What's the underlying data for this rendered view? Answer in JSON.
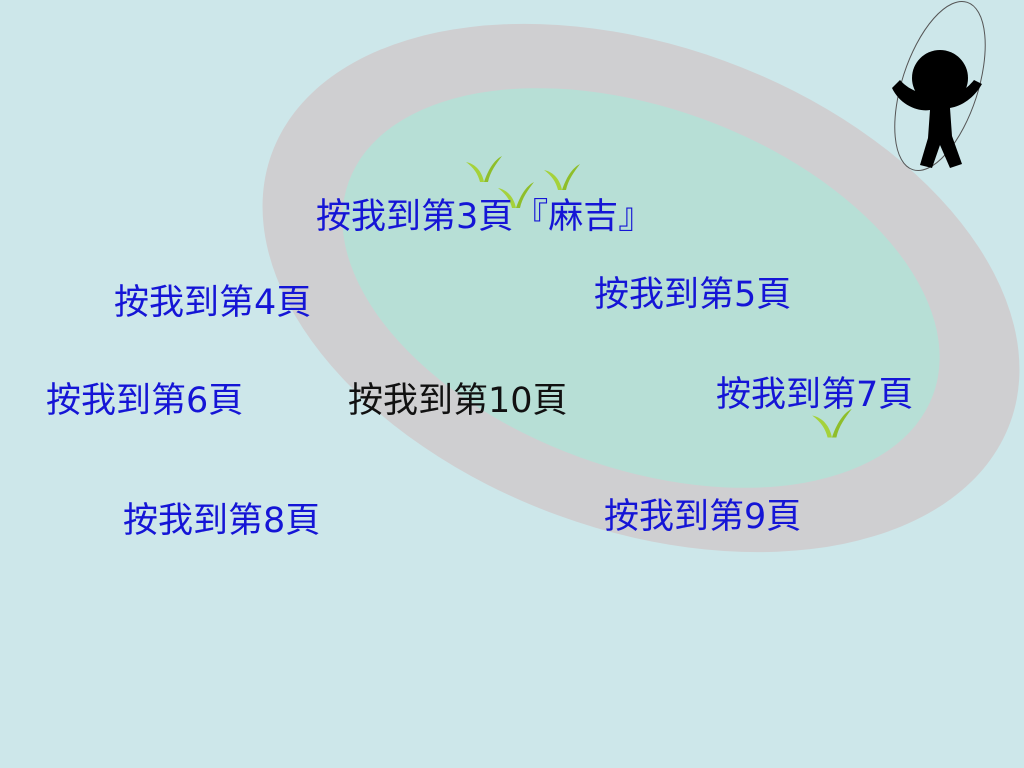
{
  "slide": {
    "links": [
      {
        "key": "page3",
        "label": "按我到第3頁『麻吉』"
      },
      {
        "key": "page4",
        "label": "按我到第4頁"
      },
      {
        "key": "page5",
        "label": "按我到第5頁"
      },
      {
        "key": "page6",
        "label": "按我到第6頁"
      },
      {
        "key": "page10",
        "label": "按我到第10頁"
      },
      {
        "key": "page7",
        "label": "按我到第7頁"
      },
      {
        "key": "page8",
        "label": "按我到第8頁"
      },
      {
        "key": "page9",
        "label": "按我到第9頁"
      }
    ],
    "colors": {
      "background": "#cde7ea",
      "outer_ring": "#cfcfd1",
      "inner_ring": "#b7dfd6",
      "link_blue": "#1515d6",
      "link_black": "#111111",
      "sprout_green": "#a5d23a",
      "figure": "#000000"
    },
    "icons": {
      "sprout": "sprout-icon",
      "figure": "jump-rope-figure-icon"
    }
  }
}
